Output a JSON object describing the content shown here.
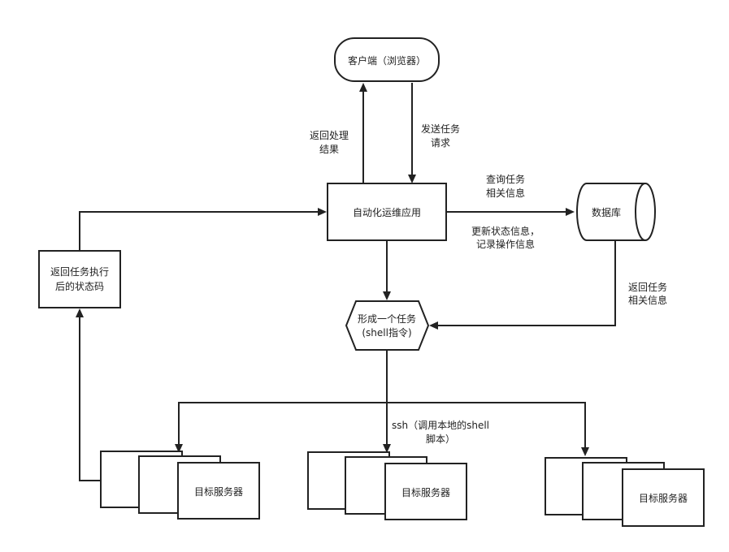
{
  "nodes": {
    "client": "客户端（浏览器）",
    "app": "自动化运维应用",
    "db": "数据库",
    "status_code": [
      "返回任务执行",
      "后的状态码"
    ],
    "task": [
      "形成一个任务",
      "(shell指令)"
    ],
    "server_1": "目标服务器",
    "server_2": "目标服务器",
    "server_3": "目标服务器"
  },
  "edges": {
    "return_result": [
      "返回处理",
      "结果"
    ],
    "send_request": [
      "发送任务",
      "请求"
    ],
    "query_task": [
      "查询任务",
      "相关信息"
    ],
    "update_status": [
      "更新状态信息，",
      "记录操作信息"
    ],
    "return_task_info": [
      "返回任务",
      "相关信息"
    ],
    "ssh_call": [
      "ssh（调用本地的shell",
      "脚本）"
    ]
  }
}
